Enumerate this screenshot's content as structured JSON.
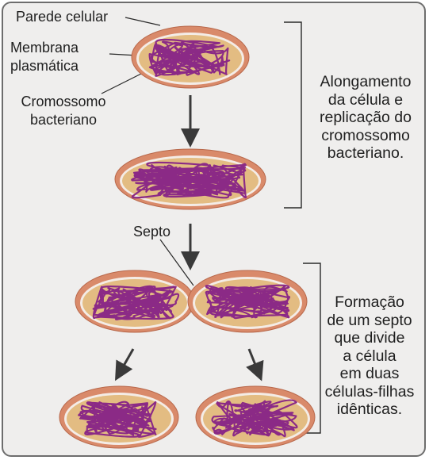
{
  "labels": {
    "cell_wall": "Parede celular",
    "plasma_membrane": [
      "Membrana",
      "plasmática"
    ],
    "chromosome": [
      "Cromossomo",
      "bacteriano"
    ],
    "septum": "Septo"
  },
  "steps": {
    "elongation": [
      "Alongamento",
      "da célula e",
      "replicação do",
      "cromossomo",
      "bacteriano."
    ],
    "division": [
      "Formação",
      "de um septo",
      "que divide",
      "a célula",
      "em duas",
      "células-filhas",
      "idênticas."
    ]
  },
  "colors": {
    "cell_wall": "#d98a6a",
    "membrane": "#f4ece6",
    "cytoplasm": "#e3bc82",
    "chromosome": "#8b2a86",
    "arrow": "#3a3a3a",
    "frame_bg": "#efeeed"
  }
}
